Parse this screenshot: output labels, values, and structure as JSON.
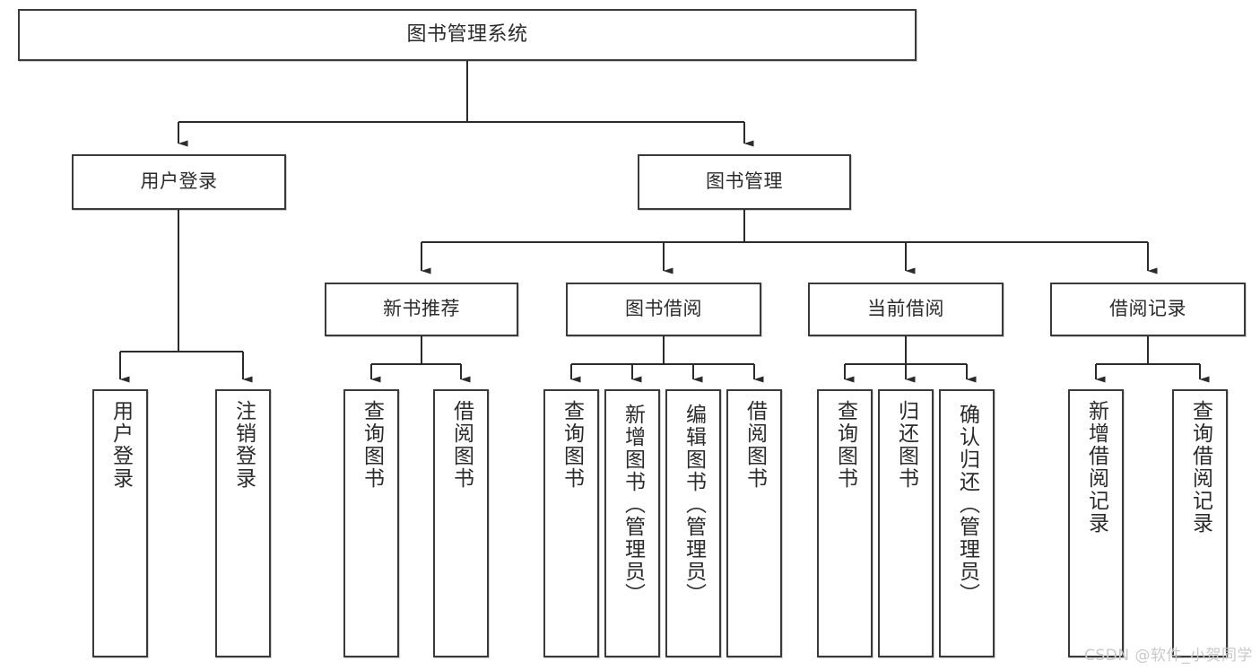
{
  "diagram": {
    "title": "图书管理系统",
    "type": "functional-structure-tree",
    "colors": {
      "border": "#3a3a3a",
      "text": "#2b2b2b",
      "background": "#ffffff",
      "connector": "#2b2b2b",
      "watermark": "#c9c9c9"
    },
    "levels": {
      "root": {
        "label": "图书管理系统"
      },
      "level2": [
        {
          "label": "用户登录"
        },
        {
          "label": "图书管理"
        }
      ],
      "level3": [
        {
          "label": "新书推荐"
        },
        {
          "label": "图书借阅"
        },
        {
          "label": "当前借阅"
        },
        {
          "label": "借阅记录"
        }
      ],
      "level4": {
        "user_login_children": [
          {
            "label": "用户登录"
          },
          {
            "label": "注销登录"
          }
        ],
        "new_book_children": [
          {
            "label": "查询图书"
          },
          {
            "label": "借阅图书"
          }
        ],
        "book_borrow_children": [
          {
            "label": "查询图书"
          },
          {
            "label": "新增图书（管理员）"
          },
          {
            "label": "编辑图书（管理员）"
          },
          {
            "label": "借阅图书"
          }
        ],
        "current_borrow_children": [
          {
            "label": "查询图书"
          },
          {
            "label": "归还图书"
          },
          {
            "label": "确认归还（管理员）"
          }
        ],
        "borrow_record_children": [
          {
            "label": "新增借阅记录"
          },
          {
            "label": "查询借阅记录"
          }
        ]
      }
    }
  },
  "watermark": {
    "text": "CSDN @软件_小贺同学"
  }
}
